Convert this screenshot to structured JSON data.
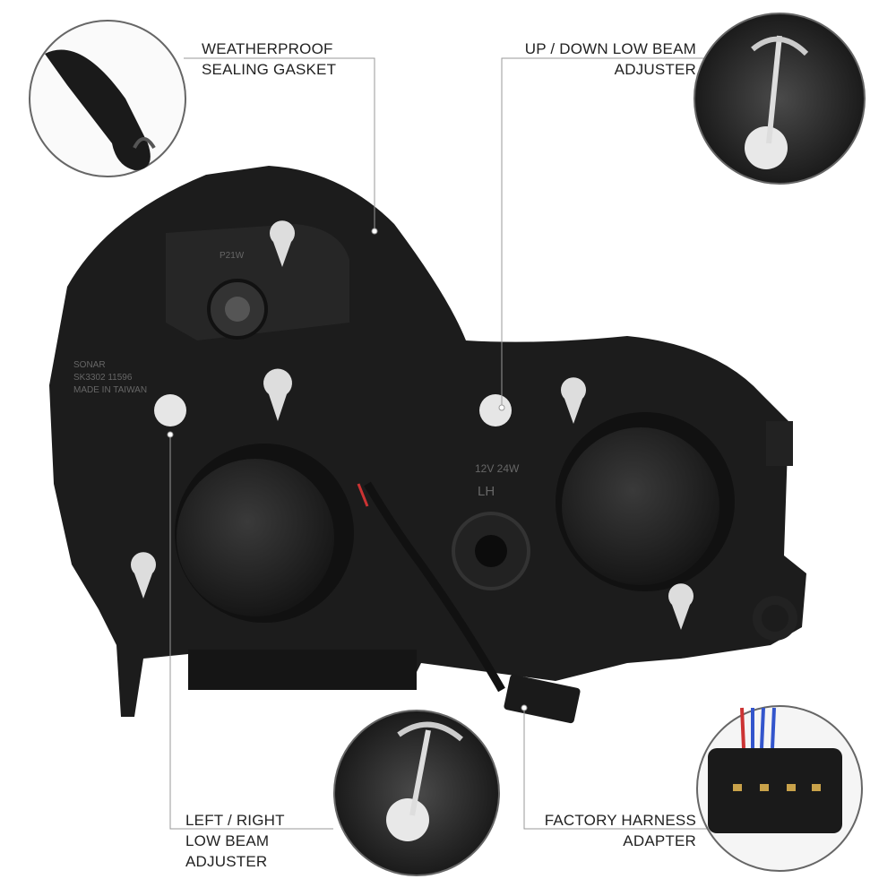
{
  "callouts": {
    "gasket": {
      "line1": "WEATHERPROOF",
      "line2": "SEALING GASKET"
    },
    "updown": {
      "line1": "UP / DOWN LOW BEAM",
      "line2": "ADJUSTER"
    },
    "leftright": {
      "line1": "LEFT / RIGHT",
      "line2": "LOW BEAM",
      "line3": "ADJUSTER"
    },
    "harness": {
      "line1": "FACTORY HARNESS",
      "line2": "ADAPTER"
    }
  },
  "housing_text": {
    "brand": "SONAR",
    "part": "SK3302 11596",
    "origin": "MADE IN TAIWAN",
    "voltage": "12V 24W",
    "side": "LH",
    "bulb": "P21W"
  },
  "colors": {
    "line": "#999999",
    "housing": "#1c1c1c",
    "inset_border": "#555555"
  }
}
